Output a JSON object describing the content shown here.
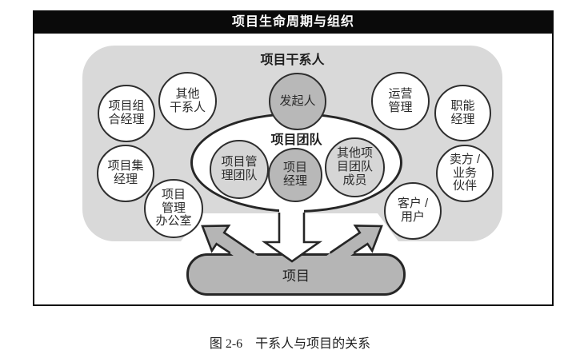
{
  "window": {
    "title_bar": "项目生命周期与组织"
  },
  "diagram": {
    "stakeholder_area_title": "项目干系人",
    "team_area_title": "项目团队",
    "project_box_label": "项目",
    "stakeholders": [
      {
        "id": "portfolio-manager",
        "label": "项目组\n合经理"
      },
      {
        "id": "other-stakeholders",
        "label": "其他\n干系人"
      },
      {
        "id": "sponsor",
        "label": "发起人"
      },
      {
        "id": "operations-management",
        "label": "运营\n管理"
      },
      {
        "id": "functional-manager",
        "label": "职能\n经理"
      },
      {
        "id": "program-manager",
        "label": "项目集\n经理"
      },
      {
        "id": "sellers-business-partners",
        "label": "卖方 /\n业务\n伙伴"
      },
      {
        "id": "pmo",
        "label": "项目\n管理\n办公室"
      },
      {
        "id": "customers-users",
        "label": "客户 /\n用户"
      }
    ],
    "team_members": [
      {
        "id": "project-management-team",
        "label": "项目管\n理团队"
      },
      {
        "id": "project-manager",
        "label": "项目\n经理"
      },
      {
        "id": "other-project-team-members",
        "label": "其他项\n目团队\n成员"
      }
    ],
    "colors": {
      "area_light_gray": "#d9d9d9",
      "node_mid_gray": "#b8b8b8",
      "node_light_gray": "#d6d6d6",
      "outline": "#262626",
      "title_bar_bg": "#0a0a0a"
    }
  },
  "caption": "图 2-6　干系人与项目的关系"
}
